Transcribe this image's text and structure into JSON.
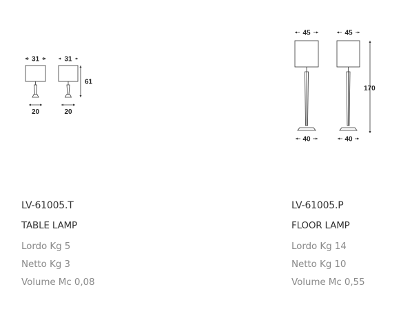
{
  "products": [
    {
      "code": "LV-61005.T",
      "name": "TABLE LAMP",
      "lordo": "Lordo Kg 5",
      "netto": "Netto Kg 3",
      "volume": "Volume Mc 0,08",
      "dims": {
        "shade_width": "31",
        "base_width": "20",
        "height": "61"
      }
    },
    {
      "code": "LV-61005.P",
      "name": "FLOOR LAMP",
      "lordo": "Lordo Kg 14",
      "netto": "Netto Kg 10",
      "volume": "Volume Mc 0,55",
      "dims": {
        "shade_width": "45",
        "base_width": "40",
        "height": "170"
      }
    }
  ]
}
